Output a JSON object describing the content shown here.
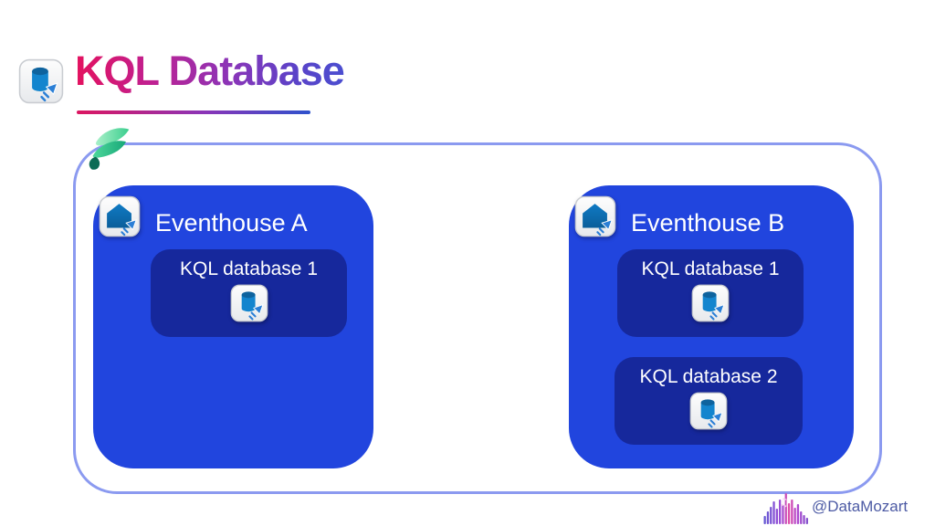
{
  "header": {
    "title": "KQL Database"
  },
  "diagram": {
    "eventhouses": [
      {
        "label": "Eventhouse A",
        "databases": [
          {
            "label": "KQL database 1"
          }
        ]
      },
      {
        "label": "Eventhouse B",
        "databases": [
          {
            "label": "KQL database 1"
          },
          {
            "label": "KQL database 2"
          }
        ]
      }
    ]
  },
  "footer": {
    "credit": "@DataMozart"
  },
  "colors": {
    "eventhouse_fill": "#2145DE",
    "database_fill": "#16289C",
    "container_border": "#8B9AF0",
    "credit_text": "#4C5AA4",
    "title_gradient_start": "#E4125E",
    "title_gradient_end": "#4B4ED0",
    "fabric_green": "#2FBE8B",
    "icon_blue": "#1385CE"
  }
}
